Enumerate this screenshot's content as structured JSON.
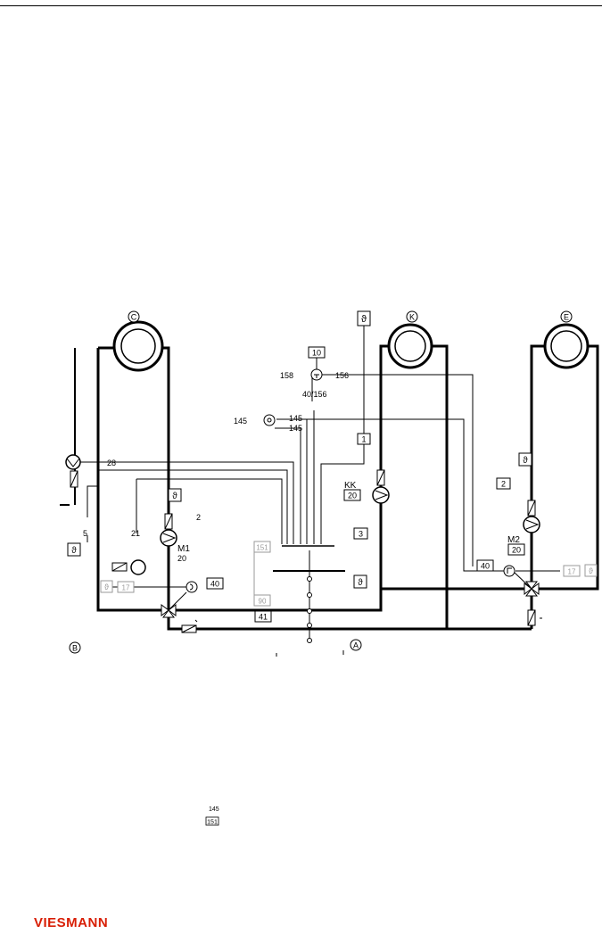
{
  "logo": {
    "text": "VIESMANN",
    "color": "#d81e05"
  },
  "circles": {
    "c": "C",
    "k": "K",
    "e": "E",
    "b": "B",
    "a": "A"
  },
  "labels": {
    "n10": "10",
    "n158": "158",
    "n156": "156",
    "n40_156": "40/156",
    "n145a": "145",
    "n145b": "145",
    "n145c": "145",
    "n1": "1",
    "n28": "28",
    "kk": "KK",
    "kk20": "20",
    "n2a": "2",
    "n2b": "2",
    "n3": "3",
    "n5": "5",
    "n21": "21",
    "m1": "M1",
    "m1_20": "20",
    "n40a": "40",
    "n40b": "40",
    "n41": "41",
    "n151": "151",
    "n90": "90",
    "n17a": "17",
    "n17b": "17",
    "m2": "M2",
    "m2_20": "20",
    "legend145": "145",
    "legend151": "151",
    "theta": "ϑ"
  }
}
